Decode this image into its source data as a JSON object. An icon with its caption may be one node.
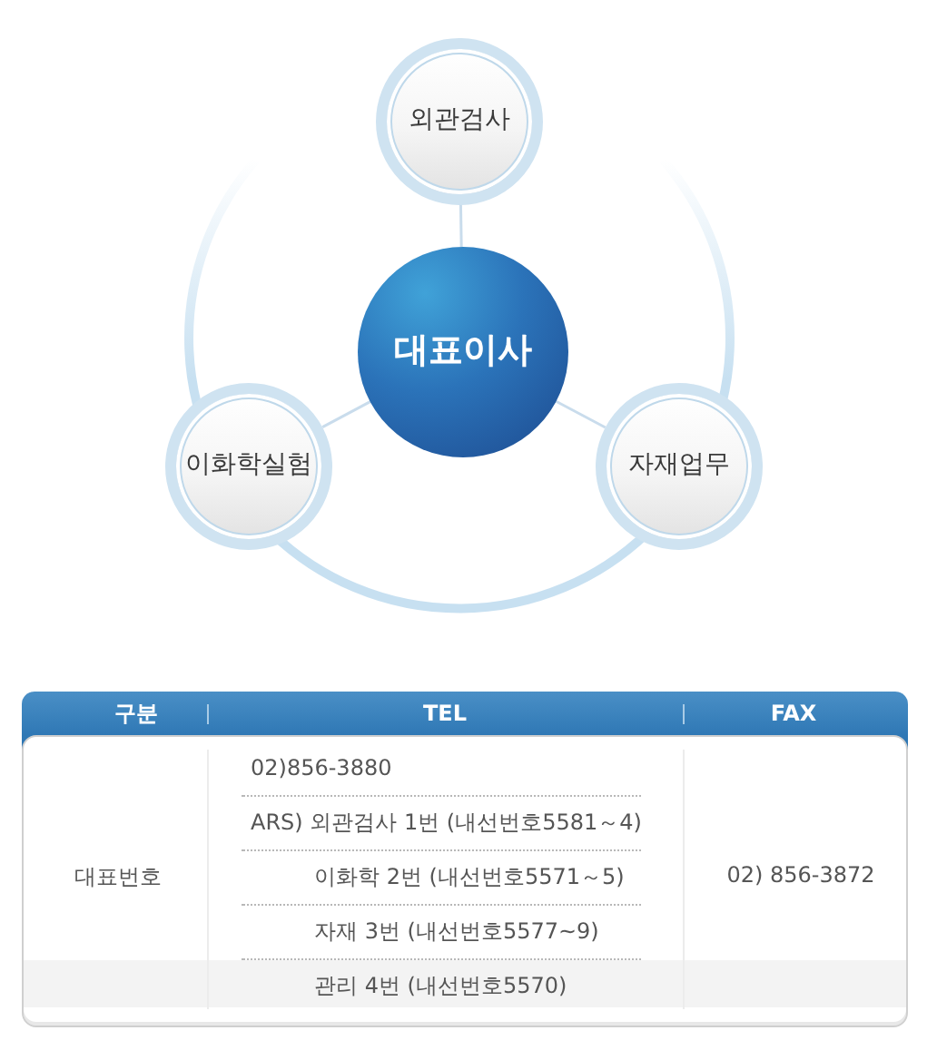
{
  "diagram": {
    "nodes": [
      {
        "text": [
          "외관검사"
        ]
      },
      {
        "text": [
          "대표이사"
        ]
      },
      {
        "text": [
          "이화학실험"
        ]
      },
      {
        "text": [
          "자재업무"
        ]
      }
    ],
    "edges": [
      {
        "from": 0,
        "to": 1,
        "arrow": "none"
      },
      {
        "from": 1,
        "to": 2,
        "arrow": "none"
      },
      {
        "from": 1,
        "to": 3,
        "arrow": "none"
      }
    ],
    "labels": [
      "구분",
      "TEL",
      "FAX",
      "대표번호",
      "02)856-3880",
      "ARS) 외관검사 1번 (내선번호5581～4)",
      "이화학 2번 (내선번호5571～5)",
      "자재 3번 (내선번호5577~9)",
      "관리 4번 (내선번호5570)",
      "02) 856-3872"
    ]
  }
}
